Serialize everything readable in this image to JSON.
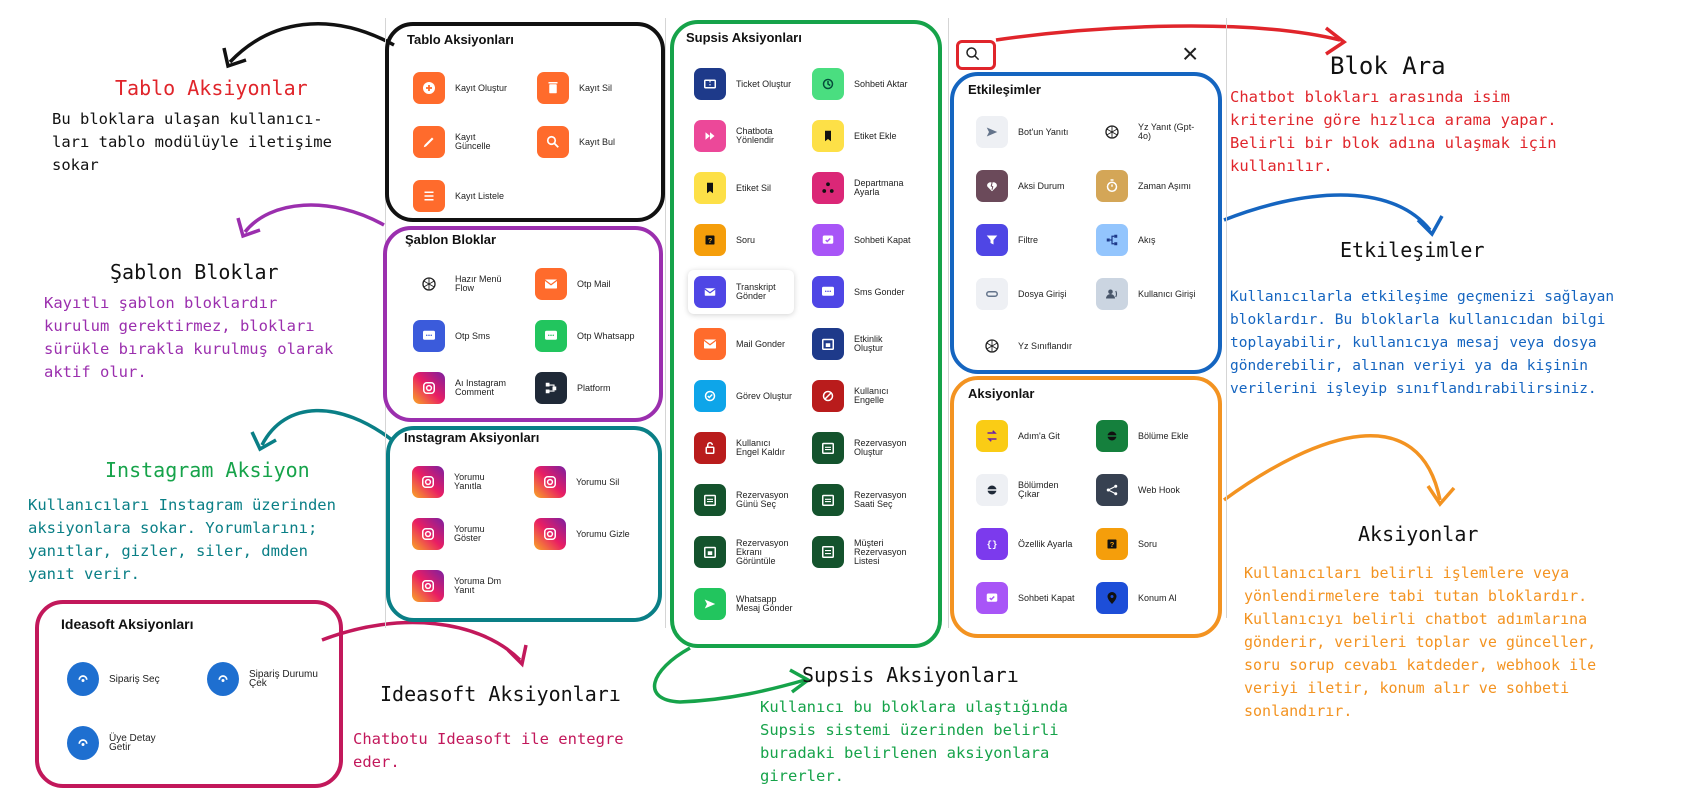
{
  "colors": {
    "black": "#111111",
    "red": "#e0252b",
    "purple": "#9b2fae",
    "teal": "#0a7f86",
    "green": "#16a34a",
    "crimson": "#c2185b",
    "blue": "#1565c0",
    "orange": "#f39321"
  },
  "tablo": {
    "title": "Tablo Aksiyonları",
    "items": [
      {
        "label": "Kayıt Oluştur",
        "icon": "plus-circle-icon"
      },
      {
        "label": "Kayıt Sil",
        "icon": "trash-icon"
      },
      {
        "label": "Kayıt Güncelle",
        "icon": "pencil-icon"
      },
      {
        "label": "Kayıt Bul",
        "icon": "search-icon"
      },
      {
        "label": "Kayıt Listele",
        "icon": "list-icon"
      }
    ]
  },
  "sablon": {
    "title": "Şablon Bloklar",
    "items": [
      {
        "label": "Hazır Menü Flow",
        "icon": "openai-icon"
      },
      {
        "label": "Otp Mail",
        "icon": "mail-icon"
      },
      {
        "label": "Otp Sms",
        "icon": "sms-icon"
      },
      {
        "label": "Otp Whatsapp",
        "icon": "chat-icon"
      },
      {
        "label": "Aı Instagram Comment",
        "icon": "instagram-icon"
      },
      {
        "label": "Platform",
        "icon": "platform-icon"
      }
    ]
  },
  "instagram": {
    "title": "Instagram Aksiyonları",
    "items": [
      {
        "label": "Yorumu Yanıtla",
        "icon": "instagram-icon"
      },
      {
        "label": "Yorumu Sil",
        "icon": "instagram-icon"
      },
      {
        "label": "Yorumu Göster",
        "icon": "instagram-icon"
      },
      {
        "label": "Yorumu Gizle",
        "icon": "instagram-icon"
      },
      {
        "label": "Yoruma Dm Yanıt",
        "icon": "instagram-icon"
      }
    ]
  },
  "ideasoft": {
    "title": "Ideasoft Aksiyonları",
    "items": [
      {
        "label": "Sipariş Seç",
        "icon": "ideasoft-icon"
      },
      {
        "label": "Sipariş Durumu Çek",
        "icon": "ideasoft-icon"
      },
      {
        "label": "Üye Detay Getir",
        "icon": "ideasoft-icon"
      }
    ]
  },
  "supsis": {
    "title": "Supsis Aksiyonları",
    "items": [
      {
        "label": "Ticket Oluştur",
        "icon": "ticket-icon"
      },
      {
        "label": "Sohbeti Aktar",
        "icon": "transfer-icon"
      },
      {
        "label": "Chatbota Yönlendir",
        "icon": "forward-icon"
      },
      {
        "label": "Etiket Ekle",
        "icon": "bookmark-icon"
      },
      {
        "label": "Etiket Sil",
        "icon": "bookmark-remove-icon"
      },
      {
        "label": "Departmana Ayarla",
        "icon": "department-icon"
      },
      {
        "label": "Soru",
        "icon": "question-icon"
      },
      {
        "label": "Sohbeti Kapat",
        "icon": "chat-close-icon"
      },
      {
        "label": "Transkript Gönder",
        "icon": "transcript-icon"
      },
      {
        "label": "Sms Gonder",
        "icon": "sms-icon"
      },
      {
        "label": "Mail Gonder",
        "icon": "mail-icon"
      },
      {
        "label": "Etkinlik Oluştur",
        "icon": "calendar-icon"
      },
      {
        "label": "Görev Oluştur",
        "icon": "task-icon"
      },
      {
        "label": "Kullanıcı Engelle",
        "icon": "block-icon"
      },
      {
        "label": "Kullanıcı Engel Kaldır",
        "icon": "unlock-icon"
      },
      {
        "label": "Rezervasyon Oluştur",
        "icon": "calendar-icon"
      },
      {
        "label": "Rezervasyon Günü Seç",
        "icon": "calendar-icon"
      },
      {
        "label": "Rezervasyon Saati Seç",
        "icon": "calendar-icon"
      },
      {
        "label": "Rezervasyon Ekranı Görüntüle",
        "icon": "calendar-icon"
      },
      {
        "label": "Müşteri Rezervasyon Listesi",
        "icon": "list-icon"
      },
      {
        "label": "Whatsapp Mesaj Gönder",
        "icon": "send-icon"
      }
    ]
  },
  "search_panel": {
    "close_label": "×",
    "etkilesimler": {
      "title": "Etkileşimler",
      "items": [
        {
          "label": "Bot'un Yanıtı",
          "icon": "send-icon"
        },
        {
          "label": "Yz Yanıt (Gpt-4o)",
          "icon": "openai-icon"
        },
        {
          "label": "Aksi Durum",
          "icon": "broken-heart-icon"
        },
        {
          "label": "Zaman Aşımı",
          "icon": "timer-icon"
        },
        {
          "label": "Filtre",
          "icon": "filter-icon"
        },
        {
          "label": "Akış",
          "icon": "flow-icon"
        },
        {
          "label": "Dosya Girişi",
          "icon": "attachment-icon"
        },
        {
          "label": "Kullanıcı Girişi",
          "icon": "user-input-icon"
        },
        {
          "label": "Yz Sınıflandır",
          "icon": "openai-icon"
        }
      ]
    },
    "aksiyonlar": {
      "title": "Aksiyonlar",
      "items": [
        {
          "label": "Adım'a Git",
          "icon": "goto-icon"
        },
        {
          "label": "Bölüme Ekle",
          "icon": "section-add-icon"
        },
        {
          "label": "Bölümden Çıkar",
          "icon": "section-remove-icon"
        },
        {
          "label": "Web Hook",
          "icon": "webhook-icon"
        },
        {
          "label": "Özellik Ayarla",
          "icon": "attribute-icon"
        },
        {
          "label": "Soru",
          "icon": "question-icon"
        },
        {
          "label": "Sohbeti Kapat",
          "icon": "chat-close-icon"
        },
        {
          "label": "Konum Al",
          "icon": "location-icon"
        }
      ]
    }
  },
  "annotations": {
    "tablo": {
      "title": "Tablo Aksiyonlar",
      "text": "Bu bloklara ulaşan kullanıcı-\nları tablo modülüyle iletişime\nsokar"
    },
    "sablon": {
      "title": "Şablon Bloklar",
      "text": "Kayıtlı şablon bloklardır\nkurulum gerektirmez, blokları\nsürükle bırakla kurulmuş olarak\naktif olur."
    },
    "instagram": {
      "title": "Instagram Aksiyon",
      "text": "Kullanıcıları Instagram üzerinden\naksiyonlara sokar. Yorumlarını;\nyanıtlar, gizler, siler, dmden\nyanıt verir."
    },
    "ideasoft": {
      "title": "Ideasoft Aksiyonları",
      "text": "Chatbotu Ideasoft ile entegre\neder."
    },
    "supsis": {
      "title": "Supsis Aksiyonları",
      "text": "Kullanıcı bu bloklara ulaştığında\nSupsis sistemi üzerinden belirli\nburadaki belirlenen aksiyonlara\ngirerler."
    },
    "blok_ara": {
      "title": "Blok Ara",
      "text": "Chatbot blokları arasında isim\nkriterine göre hızlıca arama yapar.\nBelirli bir blok adına ulaşmak için\nkullanılır."
    },
    "etkilesimler": {
      "title": "Etkileşimler",
      "text": "Kullanıcılarla etkileşime geçmenizi sağlayan\nbloklardır. Bu bloklarla kullanıcıdan bilgi\ntoplayabilir, kullanıcıya mesaj veya dosya\ngönderebilir, alınan veriyi ya da kişinin\nverilerini işleyip sınıflandırabilirsiniz."
    },
    "aksiyonlar": {
      "title": "Aksiyonlar",
      "text": "Kullanıcıları belirli işlemlere veya\nyönlendirmelere tabi tutan bloklardır.\nKullanıcıyı belirli chatbot adımlarına\ngönderir, verileri toplar ve günceller,\nsoru sorup cevabı katdeder, webhook ile\nveriyi iletir, konum alır ve sohbeti\nsonlandırır."
    }
  }
}
